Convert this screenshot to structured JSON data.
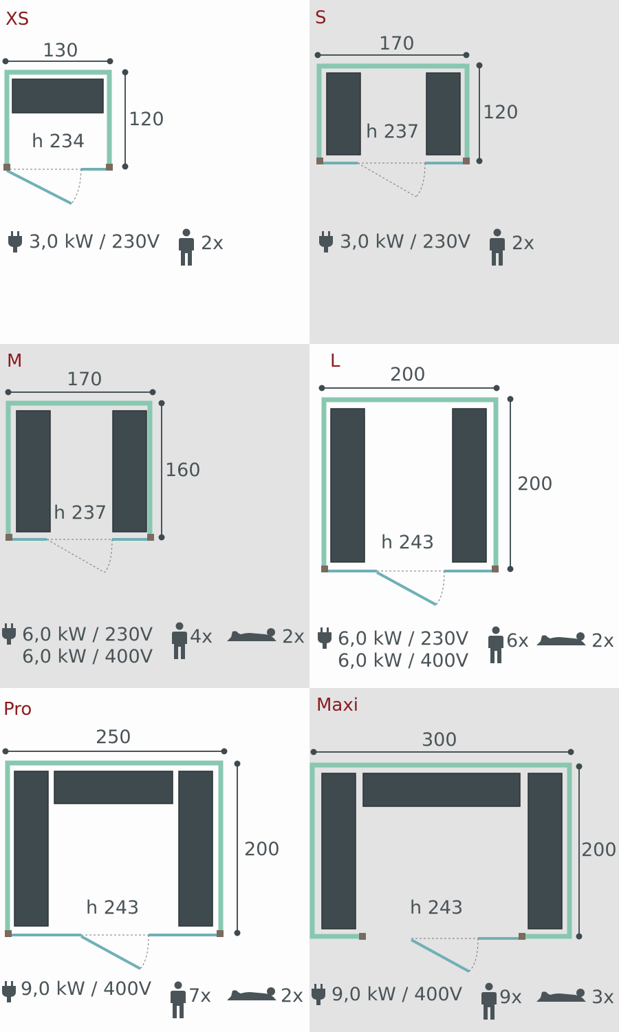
{
  "colors": {
    "wall": "#88c7b1",
    "bench": "#3f4a4f",
    "text": "#4a5458",
    "title": "#8b1c20",
    "corner": "#7b6a60",
    "door": "#6fb0b6",
    "bg_light": "#fdfdfd",
    "bg_dark": "#e3e3e3"
  },
  "icons": {
    "power": "plug-icon",
    "persons": "person-icon",
    "lying": "lying-person-icon"
  },
  "models": [
    {
      "name": "XS",
      "width": "130",
      "depth": "120",
      "height": "h 234",
      "power": [
        "3,0 kW / 230V"
      ],
      "persons": "2x",
      "lying": ""
    },
    {
      "name": "S",
      "width": "170",
      "depth": "120",
      "height": "h 237",
      "power": [
        "3,0 kW / 230V"
      ],
      "persons": "2x",
      "lying": ""
    },
    {
      "name": "M",
      "width": "170",
      "depth": "160",
      "height": "h 237",
      "power": [
        "6,0 kW / 230V",
        "6,0 kW / 400V"
      ],
      "persons": "4x",
      "lying": "2x"
    },
    {
      "name": "L",
      "width": "200",
      "depth": "200",
      "height": "h 243",
      "power": [
        "6,0 kW / 230V",
        "6,0 kW / 400V"
      ],
      "persons": "6x",
      "lying": "2x"
    },
    {
      "name": "Pro",
      "width": "250",
      "depth": "200",
      "height": "h 243",
      "power": [
        "9,0 kW / 400V"
      ],
      "persons": "7x",
      "lying": "2x"
    },
    {
      "name": "Maxi",
      "width": "300",
      "depth": "200",
      "height": "h 243",
      "power": [
        "9,0 kW / 400V"
      ],
      "persons": "9x",
      "lying": "3x"
    }
  ]
}
